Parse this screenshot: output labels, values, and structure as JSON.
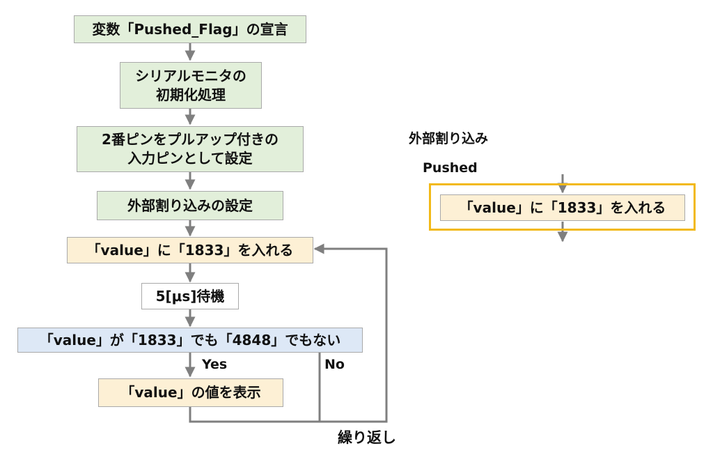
{
  "flowchart": {
    "steps": [
      "変数「Pushed_Flag」の宣言",
      "シリアルモニタの\n初期化処理",
      "2番ピンをプルアップ付きの\n入力ピンとして設定",
      "外部割り込みの設定",
      "「value」に「1833」を入れる",
      "5[μs]待機",
      "「value」が「1833」でも「4848」でもない",
      "「value」の値を表示"
    ],
    "branch_yes": "Yes",
    "branch_no": "No",
    "loop_label": "繰り返し"
  },
  "interrupt": {
    "title": "外部割り込み",
    "trigger": "Pushed",
    "action": "「value」に「1833」を入れる"
  },
  "colors": {
    "init_fill": "#e2efda",
    "value_fill": "#fdf0d5",
    "condition_fill": "#dde8f6",
    "line": "#7f7f7f",
    "highlight_border": "#f2b918"
  }
}
